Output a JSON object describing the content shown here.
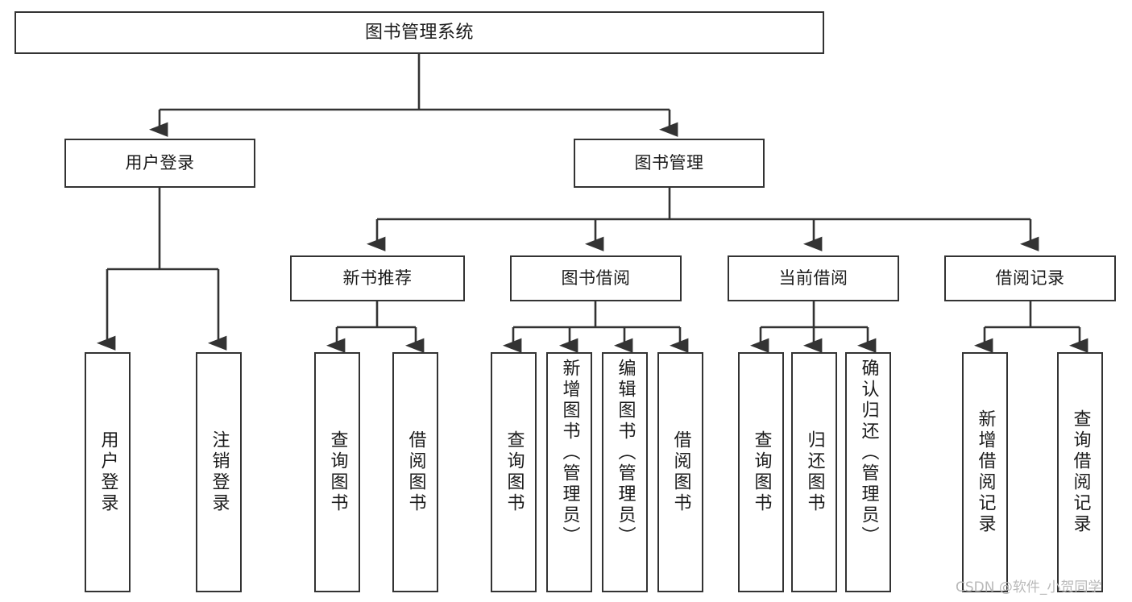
{
  "diagram": {
    "title": "图书管理系统",
    "type": "tree-hierarchy",
    "root": {
      "label": "图书管理系统"
    },
    "level2": [
      {
        "label": "用户登录"
      },
      {
        "label": "图书管理"
      }
    ],
    "level3": [
      {
        "label": "新书推荐"
      },
      {
        "label": "图书借阅"
      },
      {
        "label": "当前借阅"
      },
      {
        "label": "借阅记录"
      }
    ],
    "leaves": {
      "user_login": [
        {
          "label": "用户登录"
        },
        {
          "label": "注销登录"
        }
      ],
      "new_book_recommend": [
        {
          "label": "查询图书"
        },
        {
          "label": "借阅图书"
        }
      ],
      "book_borrow": [
        {
          "label": "查询图书"
        },
        {
          "label": "新增图书（管理员）"
        },
        {
          "label": "编辑图书（管理员）"
        },
        {
          "label": "借阅图书"
        }
      ],
      "current_borrow": [
        {
          "label": "查询图书"
        },
        {
          "label": "归还图书"
        },
        {
          "label": "确认归还（管理员）"
        }
      ],
      "borrow_record": [
        {
          "label": "新增借阅记录"
        },
        {
          "label": "查询借阅记录"
        }
      ]
    }
  },
  "watermark": {
    "text": "CSDN @软件_小贺同学"
  },
  "colors": {
    "stroke": "#333333",
    "text": "#1b1b1b",
    "background": "#ffffff",
    "watermark": "#b9b9b9"
  }
}
